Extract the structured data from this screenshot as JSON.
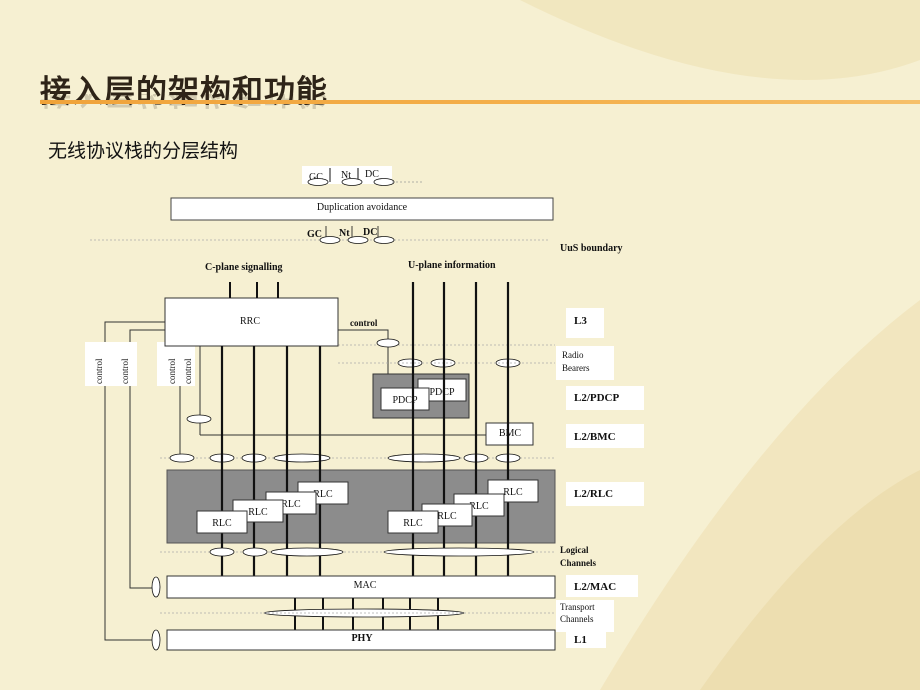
{
  "slide": {
    "title": "接入层的架构和功能",
    "subtitle": "无线协议栈的分层结构"
  },
  "diagram": {
    "top_entities": [
      "GC",
      "Nt",
      "DC"
    ],
    "duplication_avoidance": "Duplication avoidance",
    "lower_entities": [
      "GC",
      "Nt",
      "DC"
    ],
    "uus_boundary": "UuS boundary",
    "c_plane": "C-plane signalling",
    "u_plane": "U-plane information",
    "rrc": "RRC",
    "control": "control",
    "pdcp": "PDCP",
    "bmc": "BMC",
    "rlc": "RLC",
    "mac": "MAC",
    "phy": "PHY",
    "layers": {
      "l3": "L3",
      "radio_bearers": "Radio Bearers",
      "l2_pdcp": "L2/PDCP",
      "l2_bmc": "L2/BMC",
      "l2_rlc": "L2/RLC",
      "logical_channels": "Logical Channels",
      "l2_mac": "L2/MAC",
      "transport_channels": "Transport Channels",
      "l1": "L1"
    }
  }
}
